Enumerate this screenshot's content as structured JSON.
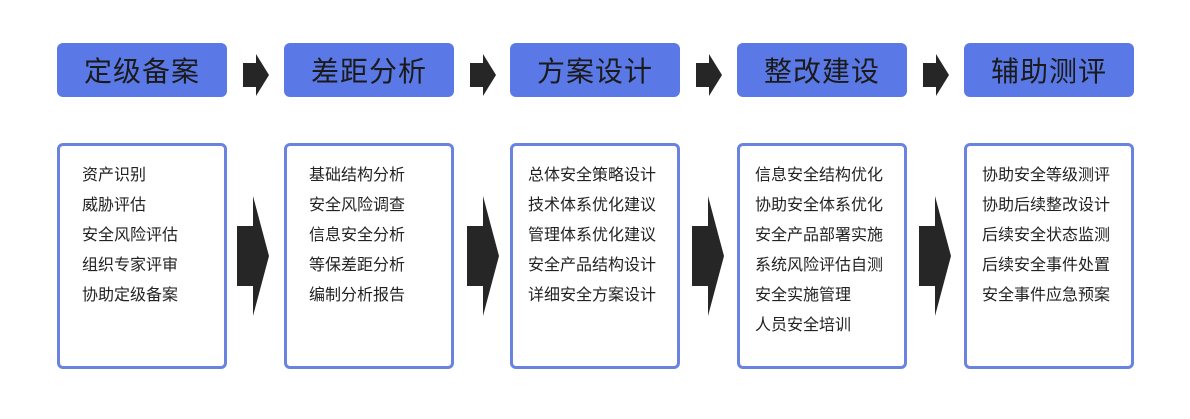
{
  "stages": [
    {
      "title": "定级备案",
      "items": [
        "资产识别",
        "威胁评估",
        "安全风险评估",
        "组织专家评审",
        "协助定级备案"
      ]
    },
    {
      "title": "差距分析",
      "items": [
        "基础结构分析",
        "安全风险调查",
        "信息安全分析",
        "等保差距分析",
        "编制分析报告"
      ]
    },
    {
      "title": "方案设计",
      "items": [
        "总体安全策略设计",
        "技术体系优化建议",
        "管理体系优化建议",
        "安全产品结构设计",
        "详细安全方案设计"
      ]
    },
    {
      "title": "整改建设",
      "items": [
        "信息安全结构优化",
        "协助安全体系优化",
        "安全产品部署实施",
        "系统风险评估自测",
        "安全实施管理",
        "人员安全培训"
      ]
    },
    {
      "title": "辅助测评",
      "items": [
        "协助安全等级测评",
        "协助后续整改设计",
        "后续安全状态监测",
        "后续安全事件处置",
        "安全事件应急预案"
      ]
    }
  ],
  "colors": {
    "header_fill": "#5b79e6",
    "box_border": "#6a83e0",
    "arrow": "#262626",
    "text": "#222222"
  },
  "icons": {
    "flow_arrow": "arrow-right-icon"
  }
}
